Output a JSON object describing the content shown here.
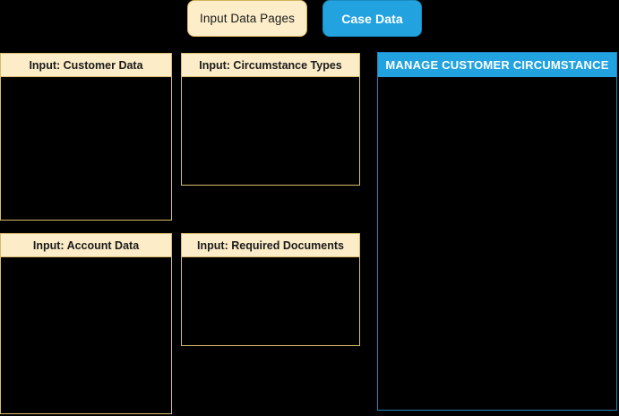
{
  "tabs": [
    {
      "label": "Input Data Pages",
      "state": "inactive",
      "color": "#fdeec9"
    },
    {
      "label": "Case Data",
      "state": "active",
      "color": "#22a2de"
    }
  ],
  "input_panels": [
    {
      "title": "Input: Customer Data"
    },
    {
      "title": "Input: Circumstance Types"
    },
    {
      "title": "Input: Account Data"
    },
    {
      "title": "Input: Required Documents"
    }
  ],
  "case_panel": {
    "title": "MANAGE CUSTOMER CIRCUMSTANCE",
    "accent_color": "#22a2de"
  },
  "theme": {
    "background": "#000000",
    "panel_border": "#d8bc6e",
    "panel_header_background": "#fcecc8",
    "panel_header_text": "#1b1b1b",
    "accent_blue": "#22a2de",
    "accent_blue_border": "#1f86bf"
  }
}
